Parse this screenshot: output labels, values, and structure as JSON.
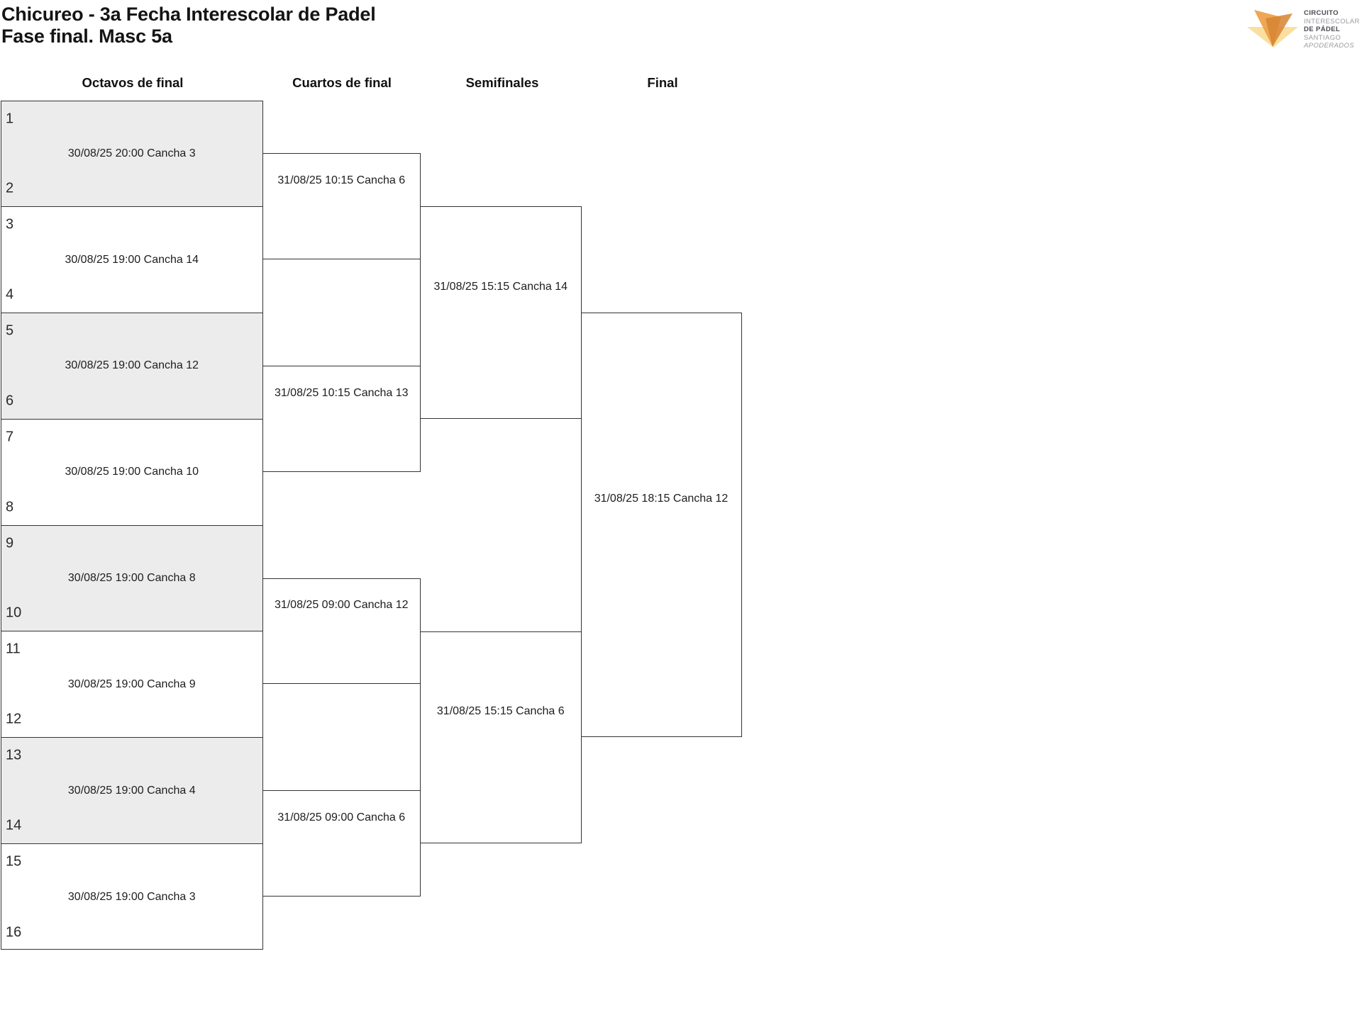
{
  "title": {
    "line1": "Chicureo - 3a Fecha Interescolar de Padel",
    "line2": "Fase final. Masc 5a"
  },
  "logo": {
    "text_lines": [
      "CIRCUITO",
      "INTERESCOLAR",
      "DE PÁDEL",
      "SANTIAGO",
      "APODERADOS"
    ]
  },
  "round_headers": [
    "Octavos de final",
    "Cuartos de final",
    "Semifinales",
    "Final"
  ],
  "octavos": [
    {
      "top_seed": "1",
      "bottom_seed": "2",
      "schedule": "30/08/25 20:00 Cancha 3"
    },
    {
      "top_seed": "3",
      "bottom_seed": "4",
      "schedule": "30/08/25 19:00 Cancha 14"
    },
    {
      "top_seed": "5",
      "bottom_seed": "6",
      "schedule": "30/08/25 19:00 Cancha 12"
    },
    {
      "top_seed": "7",
      "bottom_seed": "8",
      "schedule": "30/08/25 19:00 Cancha 10"
    },
    {
      "top_seed": "9",
      "bottom_seed": "10",
      "schedule": "30/08/25 19:00 Cancha 8"
    },
    {
      "top_seed": "11",
      "bottom_seed": "12",
      "schedule": "30/08/25 19:00 Cancha 9"
    },
    {
      "top_seed": "13",
      "bottom_seed": "14",
      "schedule": "30/08/25 19:00 Cancha 4"
    },
    {
      "top_seed": "15",
      "bottom_seed": "16",
      "schedule": "30/08/25 19:00 Cancha 3"
    }
  ],
  "cuartos": [
    {
      "schedule": "31/08/25 10:15 Cancha 6"
    },
    {
      "schedule": "31/08/25 10:15 Cancha 13"
    },
    {
      "schedule": "31/08/25 09:00 Cancha 12"
    },
    {
      "schedule": "31/08/25 09:00 Cancha 6"
    }
  ],
  "semifinales": [
    {
      "schedule": "31/08/25 15:15 Cancha 14"
    },
    {
      "schedule": "31/08/25 15:15 Cancha 6"
    }
  ],
  "final": {
    "schedule": "31/08/25 18:15 Cancha 12"
  },
  "colors": {
    "shaded_row": "#ececec",
    "border": "#333333",
    "text": "#1d1d1d",
    "logo_pale": "#FBDFA0",
    "logo_mid_orange": "#ED9F45",
    "logo_dark_orange": "#D68434",
    "logo_text_dark": "#4a4a52",
    "logo_text_light": "#9b9ba1"
  }
}
